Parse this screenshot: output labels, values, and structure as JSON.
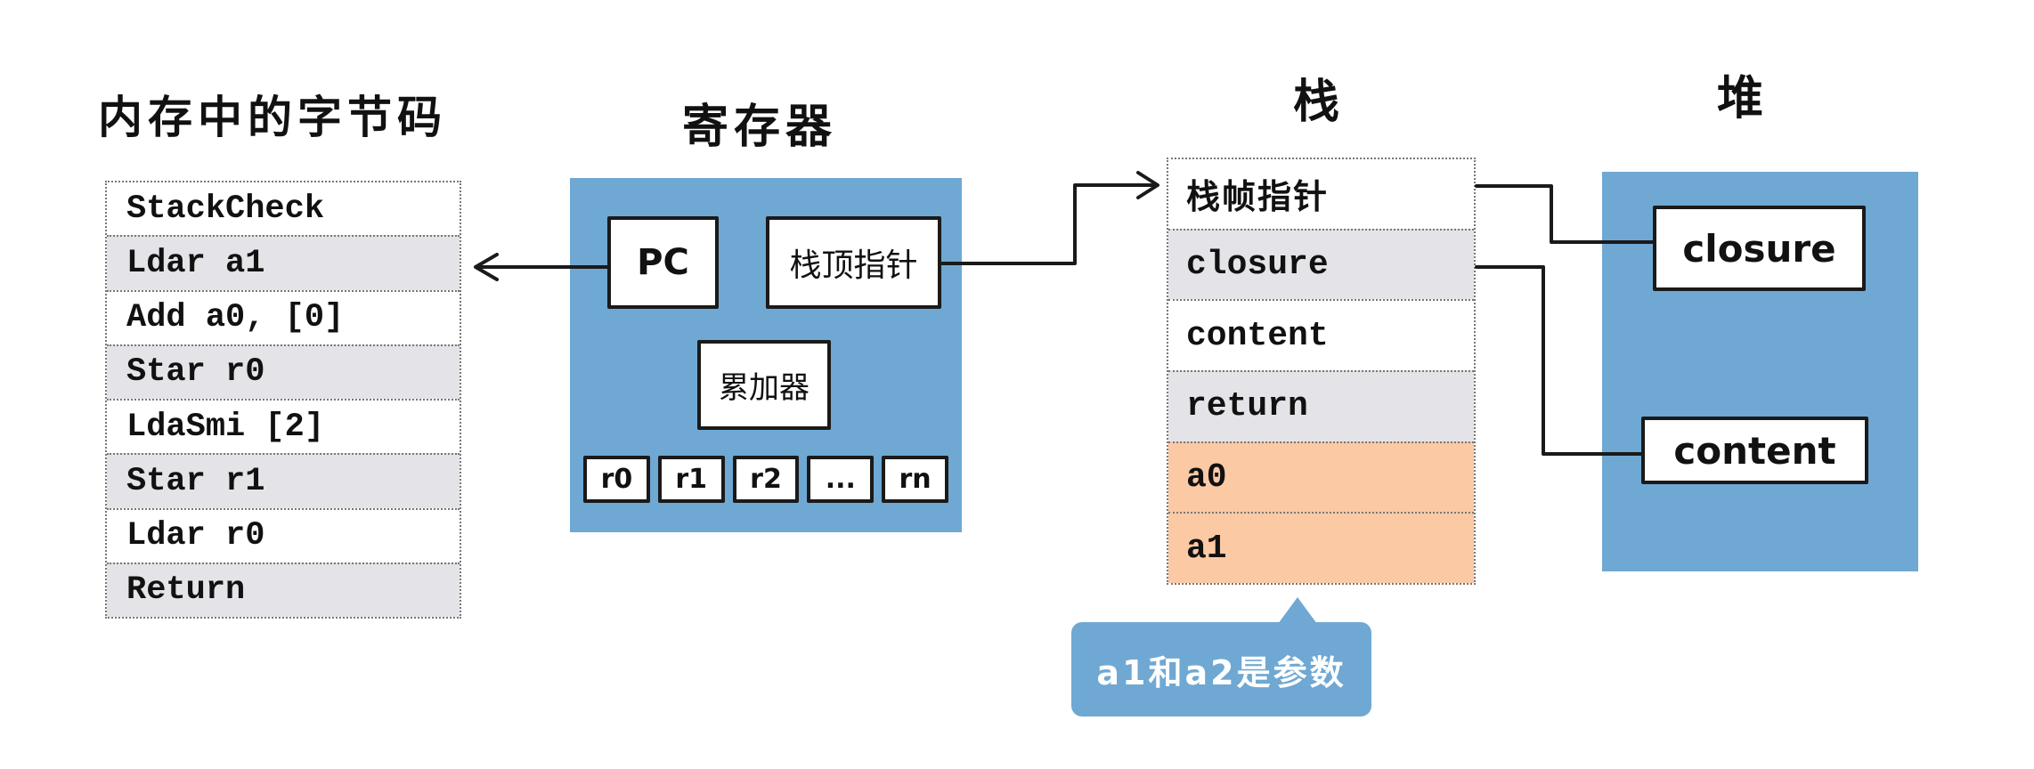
{
  "titles": {
    "bytecode": "内存中的字节码",
    "registers": "寄存器",
    "stack": "栈",
    "heap": "堆"
  },
  "bytecode": {
    "rows": [
      "StackCheck",
      "Ldar a1",
      "Add a0, [0]",
      "Star r0",
      "LdaSmi [2]",
      "Star r1",
      "Ldar r0",
      "Return"
    ]
  },
  "registers": {
    "pc_label": "PC",
    "stack_top_pointer_label": "栈顶指针",
    "accumulator_label": "累加器",
    "general": [
      "r0",
      "r1",
      "r2",
      "...",
      "rn"
    ]
  },
  "stack": {
    "rows": [
      {
        "label": "栈帧指针",
        "variant": "white"
      },
      {
        "label": "closure",
        "variant": "gray"
      },
      {
        "label": "content",
        "variant": "white"
      },
      {
        "label": "return",
        "variant": "gray"
      },
      {
        "label": "a0",
        "variant": "orange"
      },
      {
        "label": "a1",
        "variant": "orange"
      }
    ]
  },
  "heap": {
    "boxes": [
      "closure",
      "content"
    ]
  },
  "callout": {
    "text": "a1和a2是参数"
  },
  "colors": {
    "blue": "#6FA8D3",
    "orange": "#FBC9A4",
    "gray": "#E4E4E8",
    "line": "#1a1a1a",
    "background": "#FFFFFF"
  }
}
